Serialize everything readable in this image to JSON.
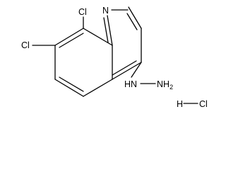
{
  "molecule": {
    "atoms": {
      "ring_nitrogen": "N",
      "chlorine_c8": "Cl",
      "chlorine_c7": "Cl",
      "hydrazine_nh": "HN",
      "hydrazine_nh2": "NH",
      "hydrazine_nh2_subscript": "2"
    },
    "salt": {
      "hydrogen": "H",
      "chlorine": "Cl"
    }
  },
  "colors": {
    "bond": "#000000",
    "text": "#000000",
    "background": "#ffffff"
  }
}
